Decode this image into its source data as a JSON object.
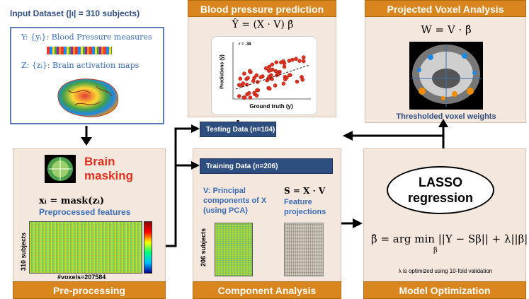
{
  "input": {
    "title": "Input Dataset (|ı| = 310 subjects)",
    "y_line": "Y: {yᵢ}: Blood Pressure measures",
    "z_line": "Z: {zᵢ}: Brain activation maps"
  },
  "bp": {
    "header": "Blood pressure prediction",
    "formula": "Ŷ = (X · V) β̂",
    "scatter_r": "r = .38",
    "scatter_ylabel": "Predictions (ŷ)",
    "scatter_xlabel": "Ground truth (y)"
  },
  "voxel": {
    "header": "Projected Voxel Analysis",
    "formula": "W = V · β̂",
    "caption": "Thresholded voxel weights"
  },
  "preprocessing": {
    "masking_line1": "Brain",
    "masking_line2": "masking",
    "formula": "xᵢ = mask(zᵢ)",
    "features_label": "Preprocessed features",
    "ylabel": "310 subjects",
    "xlabel": "#voxels=207584",
    "footer": "Pre-processing"
  },
  "component": {
    "testing": "Testing Data (n=104)",
    "training": "Training Data (n=206)",
    "v_label": "V: Principal components of X (using PCA)",
    "s_formula": "S = X · V",
    "s_label": "Feature projections",
    "ylabel": "206 subjects",
    "footer": "Component Analysis"
  },
  "model": {
    "lasso_line1": "LASSO",
    "lasso_line2": "regression",
    "formula": "β̂ = arg min ||Y − Sβ|| + λ||β||₁",
    "formula_sub": "β",
    "note": "λ is optimized using 10-fold validation",
    "footer": "Model Optimization"
  },
  "colors": {
    "orange": "#d9861f",
    "navy": "#2f4e80",
    "beige": "#f4e7dd",
    "red": "#e0301e",
    "blue": "#3a6db5"
  }
}
